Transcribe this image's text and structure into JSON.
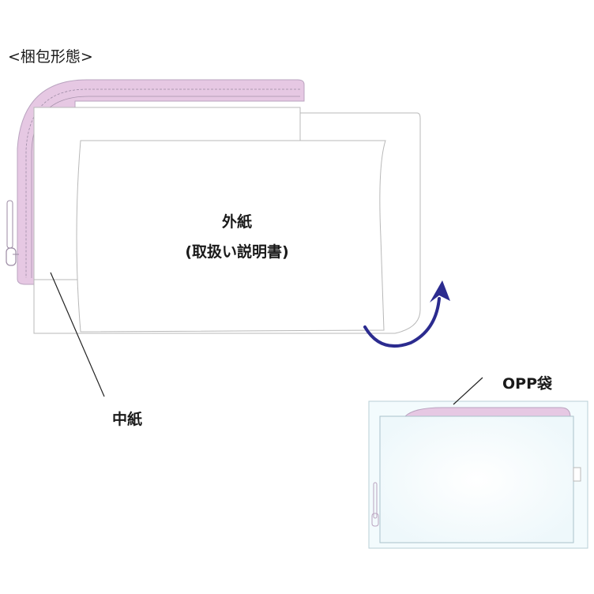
{
  "title": "<梱包形態>",
  "outer_paper": {
    "label": "外紙",
    "sublabel": "(取扱い説明書)"
  },
  "inner_paper": {
    "label": "中紙"
  },
  "opp_bag": {
    "label": "OPP袋"
  },
  "colors": {
    "pouch_pink": "#e6c8e3",
    "pouch_border": "#b9a3bf",
    "paper_outline": "#b8b8b8",
    "arrow": "#2b2b8f",
    "leader_line": "#222222",
    "bag_outline": "#b8cfd6",
    "bag_fill": "#f3fbfd"
  }
}
